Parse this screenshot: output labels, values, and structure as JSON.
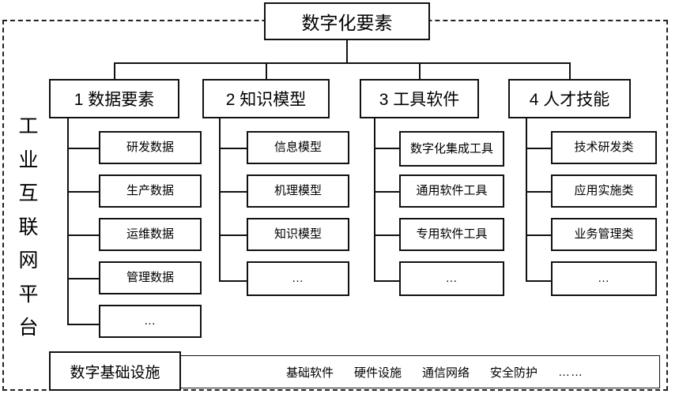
{
  "diagram": {
    "title": "数字化要素",
    "platform_label": "工业互联网平台",
    "platform_label_chars": [
      "工",
      "业",
      "互",
      "联",
      "网",
      "平",
      "台"
    ],
    "categories": [
      {
        "id": "data-elements",
        "label": "1 数据要素",
        "children": [
          "研发数据",
          "生产数据",
          "运维数据",
          "管理数据",
          "…"
        ]
      },
      {
        "id": "knowledge-models",
        "label": "2 知识模型",
        "children": [
          "信息模型",
          "机理模型",
          "知识模型",
          "…"
        ]
      },
      {
        "id": "tool-software",
        "label": "3 工具软件",
        "children": [
          "数字化集成工具",
          "通用软件工具",
          "专用软件工具",
          "…"
        ]
      },
      {
        "id": "talent-skills",
        "label": "4 人才技能",
        "children": [
          "技术研发类",
          "应用实施类",
          "业务管理类",
          "…"
        ]
      }
    ],
    "infrastructure": {
      "label": "数字基础设施",
      "items": [
        "基础软件",
        "硬件设施",
        "通信网络",
        "安全防护",
        "……"
      ]
    },
    "colors": {
      "stroke": "#111111",
      "frame": "#222222",
      "background": "#ffffff",
      "text": "#000000"
    }
  }
}
